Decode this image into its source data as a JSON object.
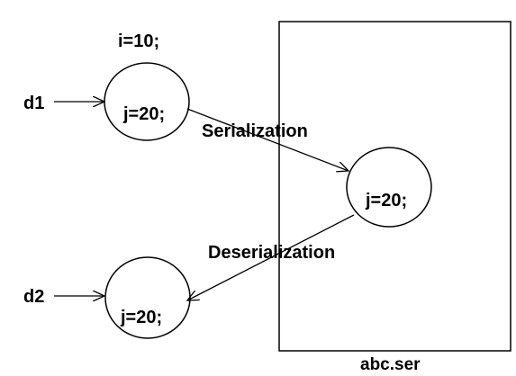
{
  "nodes": {
    "object_original": {
      "i_field": "i=10;",
      "j_field": "j=20;"
    },
    "object_serialized": {
      "j_field": "j=20;"
    },
    "object_deserialized": {
      "j_field": "j=20;"
    },
    "file_box": {
      "label": "abc.ser"
    }
  },
  "references": {
    "d1": "d1",
    "d2": "d2"
  },
  "edges": {
    "serialization": "Serialization",
    "deserialization": "Deserialization"
  },
  "colors": {
    "stroke": "#000000",
    "background": "#ffffff",
    "text": "#000000"
  }
}
